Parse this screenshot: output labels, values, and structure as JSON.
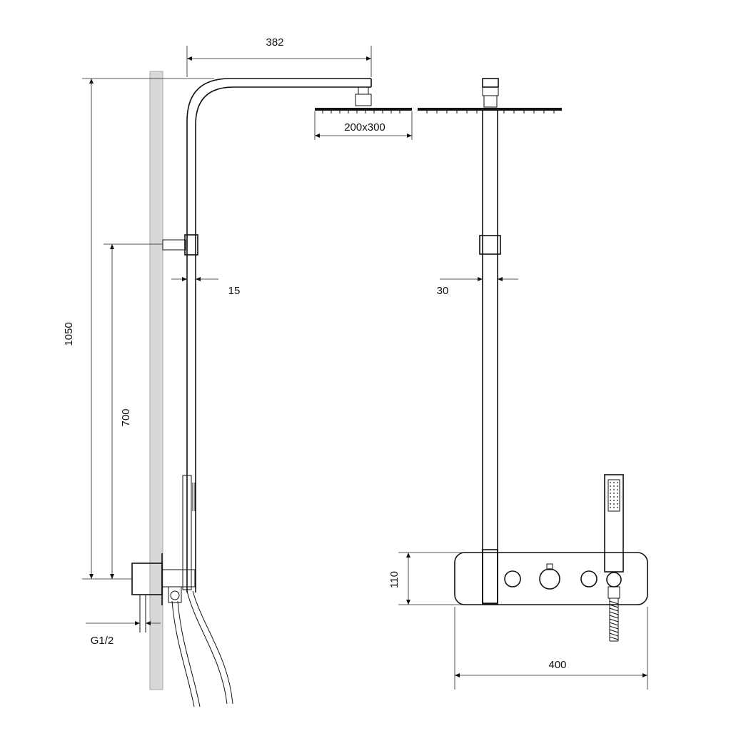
{
  "dimensions": {
    "arm_length": "382",
    "head_size": "200x300",
    "total_height": "1050",
    "bracket_height": "700",
    "pipe_depth": "15",
    "pipe_width": "30",
    "panel_height": "110",
    "panel_width": "400",
    "thread": "G1/2"
  },
  "views": [
    "side-view",
    "front-view"
  ],
  "colors": {
    "line": "#111111",
    "wall": "#d8d8d8"
  }
}
